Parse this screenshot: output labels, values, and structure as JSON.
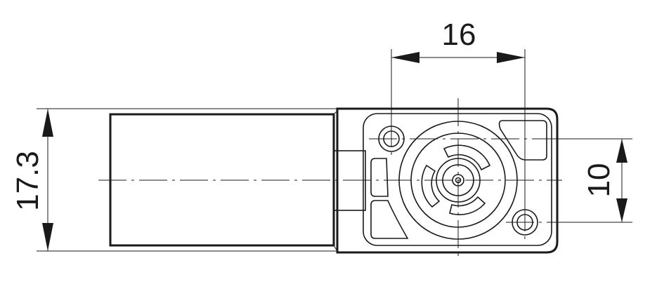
{
  "dimensions": {
    "height": "17.3",
    "width": "16",
    "hole_spacing": "10"
  }
}
